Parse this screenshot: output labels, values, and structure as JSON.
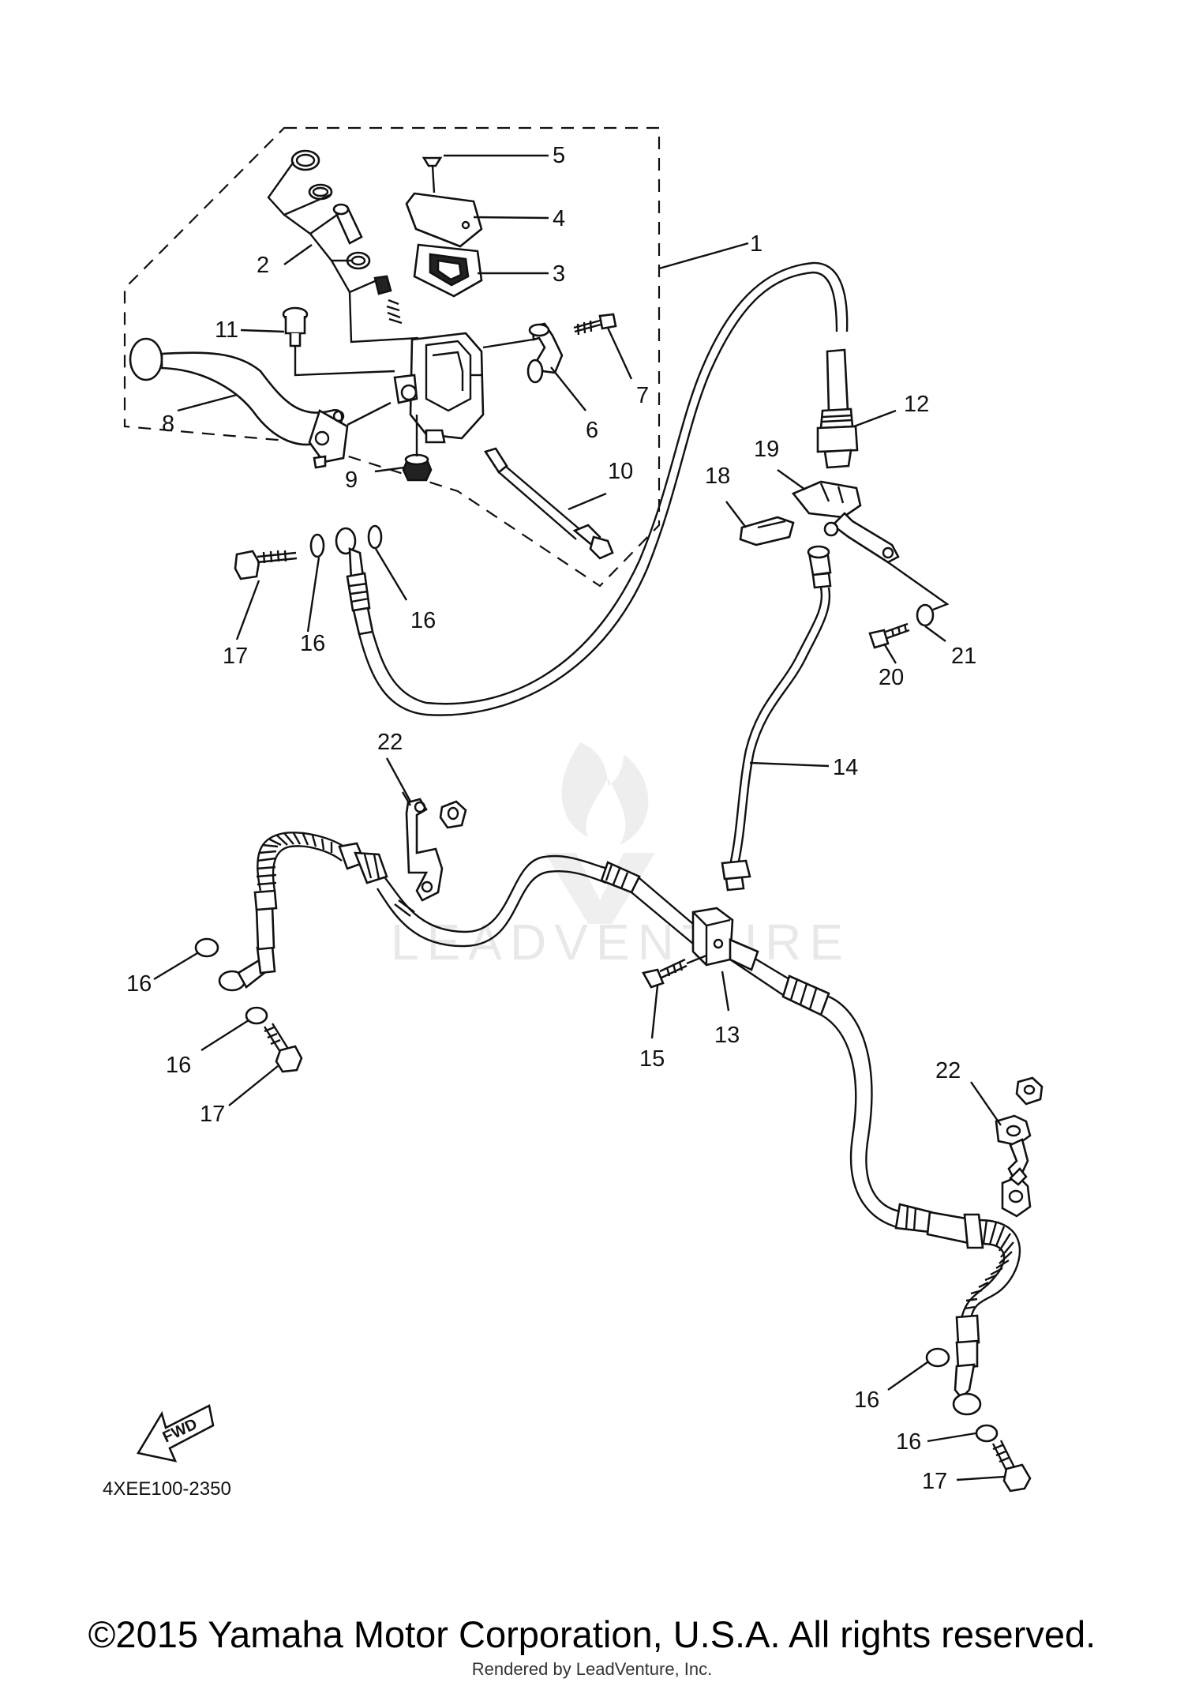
{
  "diagram": {
    "callouts": [
      {
        "id": "c1",
        "text": "1"
      },
      {
        "id": "c2",
        "text": "2"
      },
      {
        "id": "c3",
        "text": "3"
      },
      {
        "id": "c4",
        "text": "4"
      },
      {
        "id": "c5",
        "text": "5"
      },
      {
        "id": "c6",
        "text": "6"
      },
      {
        "id": "c7",
        "text": "7"
      },
      {
        "id": "c8",
        "text": "8"
      },
      {
        "id": "c9",
        "text": "9"
      },
      {
        "id": "c10",
        "text": "10"
      },
      {
        "id": "c11",
        "text": "11"
      },
      {
        "id": "c12",
        "text": "12"
      },
      {
        "id": "c13",
        "text": "13"
      },
      {
        "id": "c14",
        "text": "14"
      },
      {
        "id": "c15",
        "text": "15"
      },
      {
        "id": "c16a",
        "text": "16"
      },
      {
        "id": "c16b",
        "text": "16"
      },
      {
        "id": "c16c",
        "text": "16"
      },
      {
        "id": "c16d",
        "text": "16"
      },
      {
        "id": "c16e",
        "text": "16"
      },
      {
        "id": "c16f",
        "text": "16"
      },
      {
        "id": "c17a",
        "text": "17"
      },
      {
        "id": "c17b",
        "text": "17"
      },
      {
        "id": "c17c",
        "text": "17"
      },
      {
        "id": "c18",
        "text": "18"
      },
      {
        "id": "c19",
        "text": "19"
      },
      {
        "id": "c20",
        "text": "20"
      },
      {
        "id": "c21",
        "text": "21"
      },
      {
        "id": "c22a",
        "text": "22"
      },
      {
        "id": "c22b",
        "text": "22"
      }
    ],
    "fwd_label": "FWD",
    "diagram_code": "4XEE100-2350",
    "watermark": "LEADVENTURE"
  },
  "footer": {
    "copyright": "©2015 Yamaha Motor Corporation, U.S.A. All rights reserved.",
    "rendered_by": "Rendered by LeadVenture, Inc."
  }
}
